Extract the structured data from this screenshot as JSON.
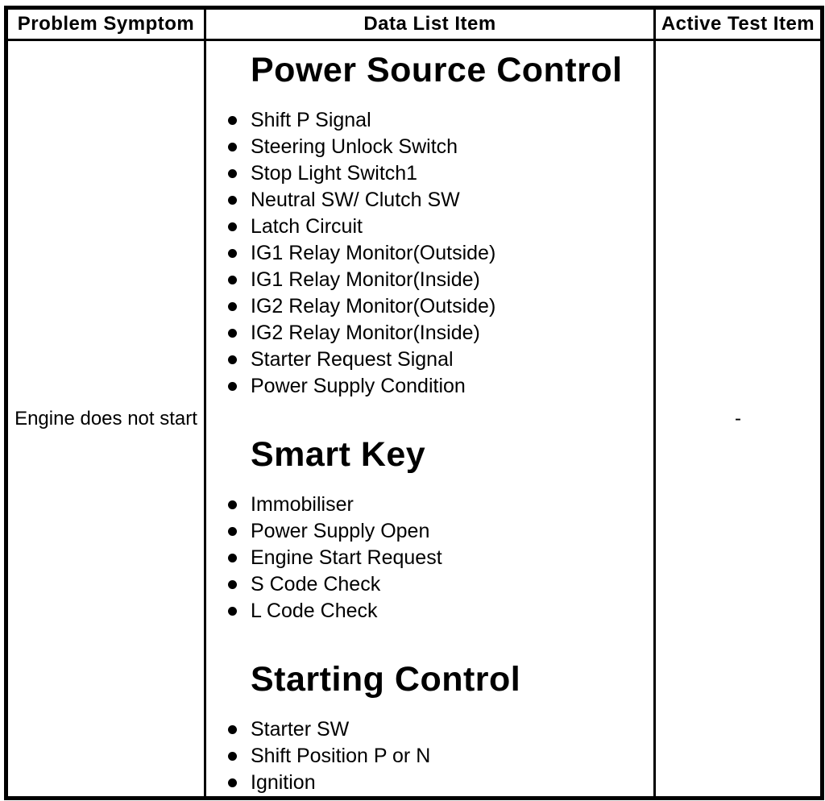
{
  "table": {
    "headers": [
      "Problem Symptom",
      "Data List Item",
      "Active Test Item"
    ],
    "row": {
      "problem_symptom": "Engine does not start",
      "active_test_item": "-",
      "sections": [
        {
          "title": "Power Source Control",
          "items": [
            "Shift P Signal",
            "Steering Unlock Switch",
            "Stop Light Switch1",
            "Neutral SW/ Clutch SW",
            "Latch Circuit",
            "IG1 Relay Monitor(Outside)",
            "IG1 Relay Monitor(Inside)",
            "IG2 Relay Monitor(Outside)",
            "IG2 Relay Monitor(Inside)",
            "Starter Request Signal",
            "Power Supply Condition"
          ]
        },
        {
          "title": "Smart Key",
          "items": [
            "Immobiliser",
            "Power Supply Open",
            "Engine Start Request",
            "S Code Check",
            "L Code Check"
          ]
        },
        {
          "title": "Starting Control",
          "items": [
            "Starter SW",
            "Shift Position P or N",
            "Ignition"
          ]
        }
      ]
    }
  },
  "colors": {
    "border": "#000000",
    "background": "#ffffff",
    "text": "#000000"
  }
}
